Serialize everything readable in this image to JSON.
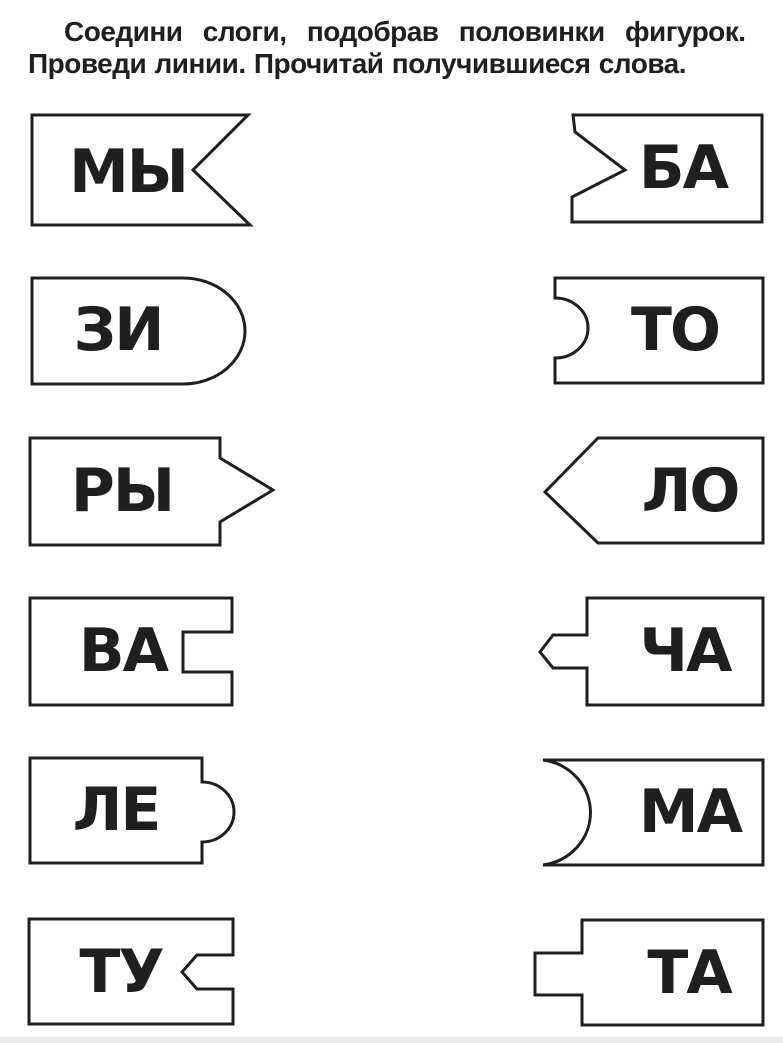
{
  "instructions": {
    "line1": "Соедини слоги, подобрав половинки фигурок.",
    "line2": "Проведи линии. Прочитай получившиеся слова."
  },
  "colors": {
    "ink": "#1f1f1f",
    "paper": "#ffffff",
    "footer_strip": "#d9d9d9"
  },
  "left_column": [
    {
      "syllable": "МЫ",
      "edge_shape": "swallowtail-notch-right"
    },
    {
      "syllable": "ЗИ",
      "edge_shape": "round-cap-right"
    },
    {
      "syllable": "РЫ",
      "edge_shape": "arrow-point-right"
    },
    {
      "syllable": "ВА",
      "edge_shape": "square-notch-right"
    },
    {
      "syllable": "ЛЕ",
      "edge_shape": "round-bump-right"
    },
    {
      "syllable": "ТУ",
      "edge_shape": "chevron-notch-right"
    }
  ],
  "right_column": [
    {
      "syllable": "БА",
      "edge_shape": "arrow-notch-left"
    },
    {
      "syllable": "ТО",
      "edge_shape": "round-notch-left"
    },
    {
      "syllable": "ЛО",
      "edge_shape": "point-cap-left"
    },
    {
      "syllable": "ЧА",
      "edge_shape": "chevron-tab-left"
    },
    {
      "syllable": "МА",
      "edge_shape": "big-round-notch-left"
    },
    {
      "syllable": "ТА",
      "edge_shape": "square-tab-left"
    }
  ]
}
